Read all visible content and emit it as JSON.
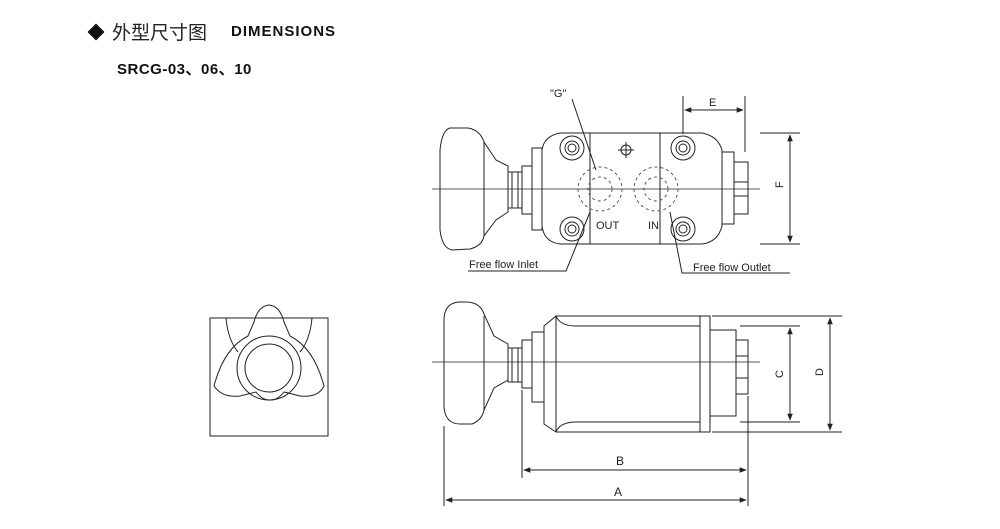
{
  "header": {
    "title_cn": "外型尺寸图",
    "title_en": "DIMENSIONS",
    "model": "SRCG-03、06、10"
  },
  "labels": {
    "g_port": "\"G\"",
    "out_port": "OUT",
    "in_port": "IN",
    "free_flow_inlet": "Free flow Inlet",
    "free_flow_outlet": "Free flow  Outlet"
  },
  "dimensions": {
    "a": "A",
    "b": "B",
    "c": "C",
    "d": "D",
    "e": "E",
    "f": "F"
  },
  "colors": {
    "line": "#222222",
    "hidden": "#555555"
  },
  "icons": {
    "bullet": "diamond-icon"
  }
}
